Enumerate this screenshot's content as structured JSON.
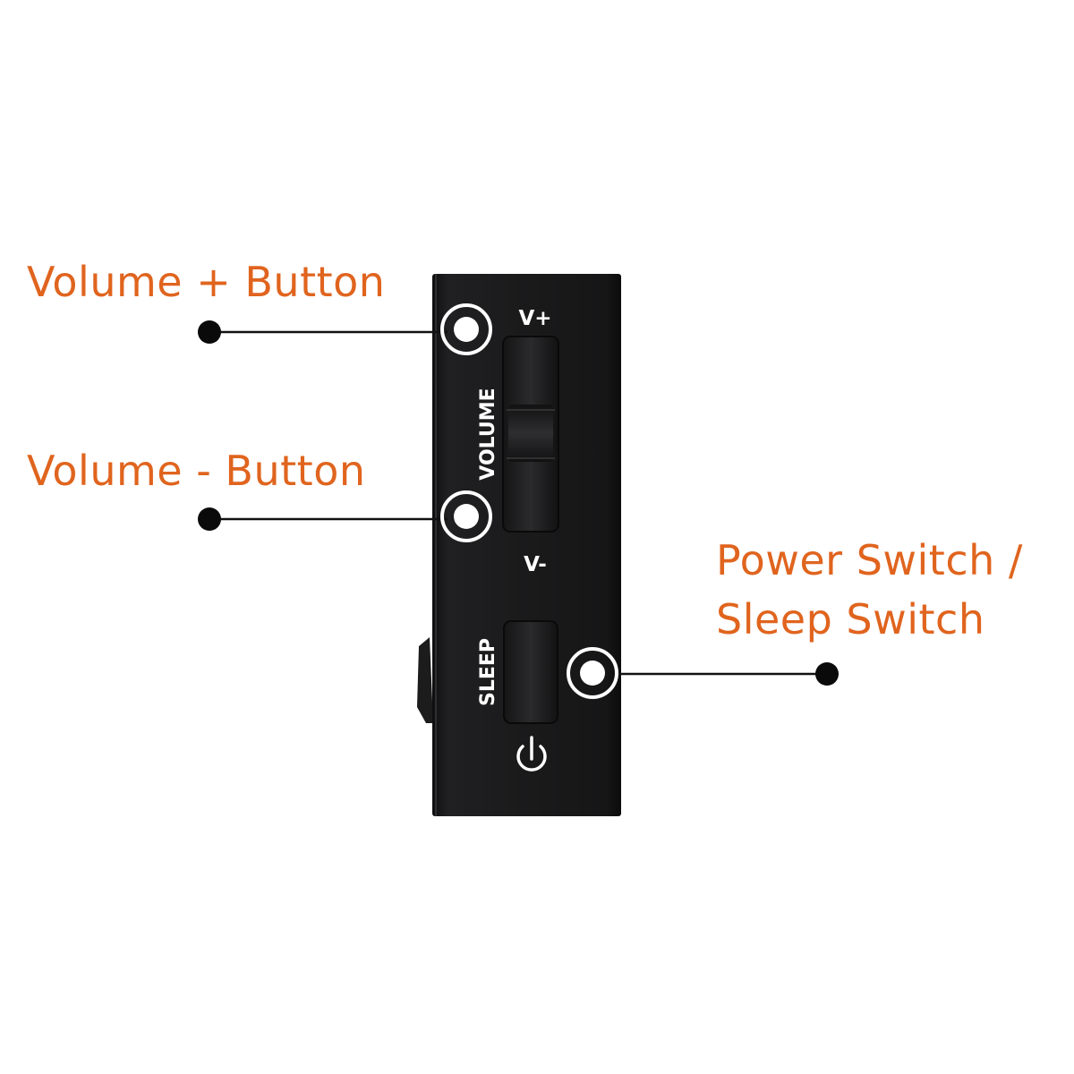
{
  "colors": {
    "callout_text": "#e0641e",
    "device_body": "#1a1a1b",
    "device_edge": "#2d2d2f",
    "button_face": "#232325",
    "marker_ring": "#ffffff",
    "leader_line": "#111111"
  },
  "callouts": {
    "volume_up": "Volume + Button",
    "volume_down": "Volume - Button",
    "power_line1": "Power Switch /",
    "power_line2": "Sleep Switch"
  },
  "device": {
    "v_plus": "V+",
    "v_minus": "V-",
    "volume": "VOLUME",
    "sleep": "SLEEP",
    "power_icon": "power-icon"
  }
}
